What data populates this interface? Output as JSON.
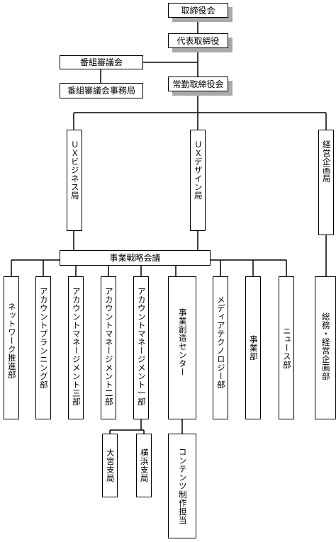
{
  "top": {
    "board": "取締役会",
    "representative": "代表取締役",
    "program_council": "番組審議会",
    "program_council_office": "番組審議会事務局",
    "executive_board": "常勤取締役会"
  },
  "bureaus": {
    "ux_business": "ＵＸビジネス局",
    "ux_design": "ＵＸデザイン局",
    "corporate_planning": "経営企画局"
  },
  "strategy_meeting": "事業戦略会議",
  "departments": {
    "network": "ネットワーク推進部",
    "account_planning": "アカウントプランニング部",
    "account_mgmt_3": "アカウントマネージメント三部",
    "account_mgmt_2": "アカウントマネージメント二部",
    "account_mgmt_1": "アカウントマネージメント一部",
    "business_creation": "事業創造センター",
    "media_tech": "メディアテクノロジー部",
    "business": "事業部",
    "news": "ニュース部",
    "general_affairs": "総務・経営企画部"
  },
  "branches": {
    "omiya": "大宮支局",
    "yokohama": "横浜支局",
    "contents": "コンテンツ制作担当"
  }
}
